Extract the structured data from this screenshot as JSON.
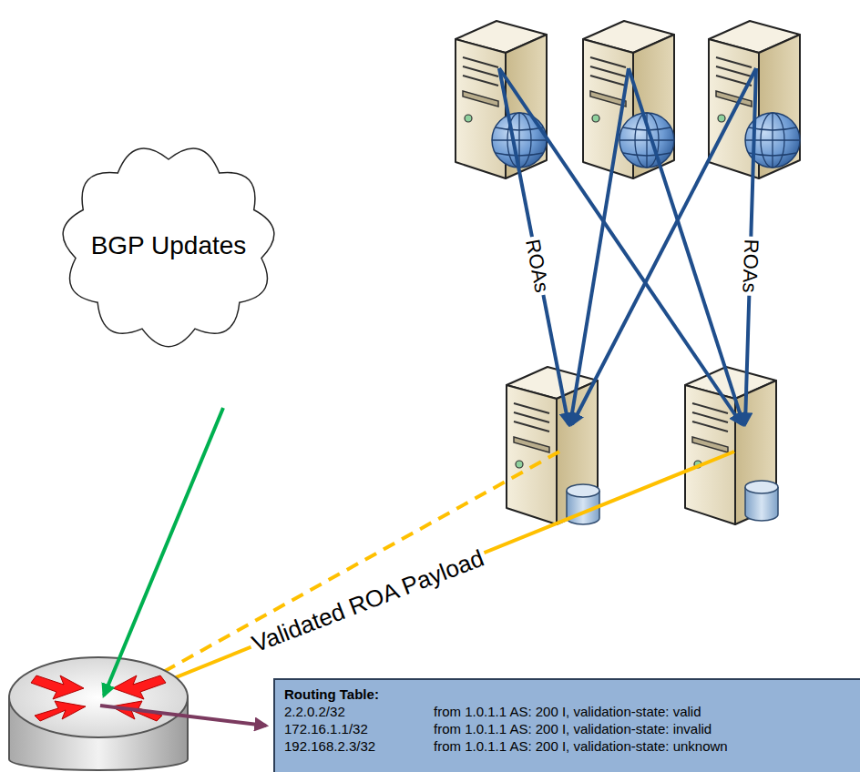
{
  "diagram": {
    "nodes": [
      {
        "text": [
          "BGP Updates"
        ]
      },
      {
        "text": [
          "Routing Table:",
          "2.2.0.2/32",
          "from 1.0.1.1 AS: 200 I, validation-state: valid",
          "172.16.1.1/32",
          "from 1.0.1.1 AS: 200 I, validation-state: invalid",
          "192.168.2.3/32",
          "from 1.0.1.1 AS: 200 I, validation-state: unknown"
        ]
      }
    ],
    "labels": [
      "ROAs",
      "ROAs",
      "Validated ROA Payload"
    ]
  }
}
